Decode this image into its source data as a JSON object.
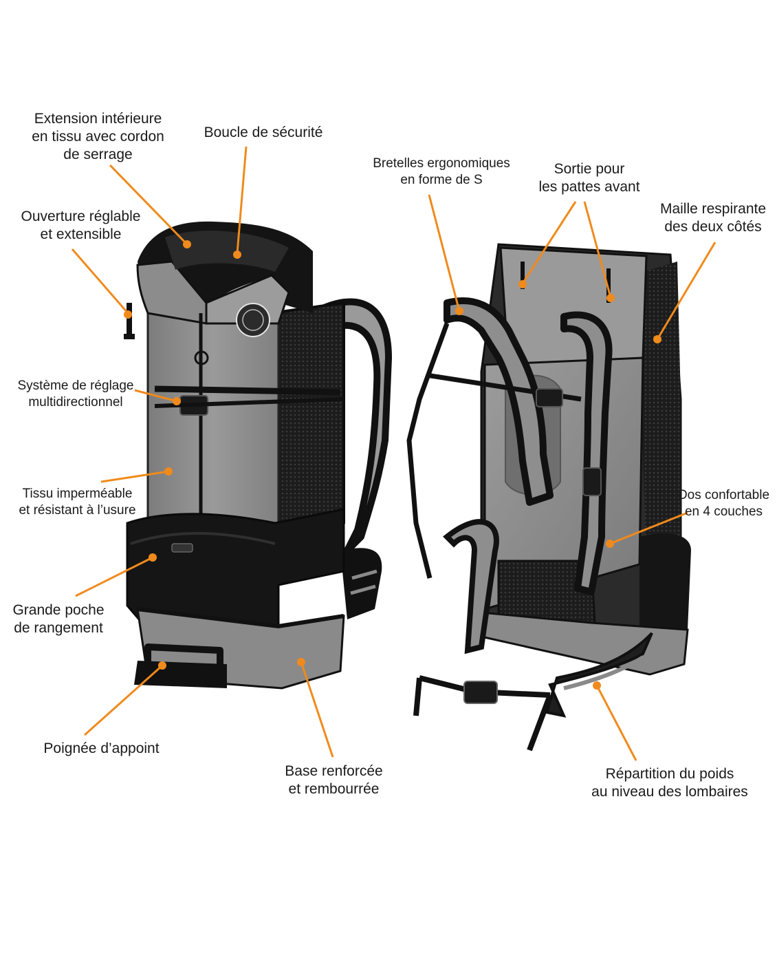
{
  "colors": {
    "accent": "#f08a1c",
    "bag_gray": "#8c8c8c",
    "bag_black": "#141414",
    "mesh": "#2a2a2a"
  },
  "labels": {
    "extension": [
      "Extension intérieure",
      "en tissu avec cordon",
      "de serrage"
    ],
    "boucle": [
      "Boucle de sécurité"
    ],
    "ouverture": [
      "Ouverture réglable",
      "et extensible"
    ],
    "systeme": [
      "Système de réglage",
      "multidirectionnel"
    ],
    "tissu": [
      "Tissu imperméable",
      "et résistant à l’usure"
    ],
    "poche": [
      "Grande poche",
      "de rangement"
    ],
    "poignee": [
      "Poignée d’appoint"
    ],
    "base": [
      "Base renforcée",
      "et rembourrée"
    ],
    "bretelles": [
      "Bretelles ergonomiques",
      "en forme de S"
    ],
    "sortie": [
      "Sortie pour",
      "les pattes avant"
    ],
    "maille": [
      "Maille respirante",
      "des deux côtés"
    ],
    "dos": [
      "Dos confortable",
      "en 4 couches"
    ],
    "repartition": [
      "Répartition du poids",
      "au niveau des lombaires"
    ]
  }
}
